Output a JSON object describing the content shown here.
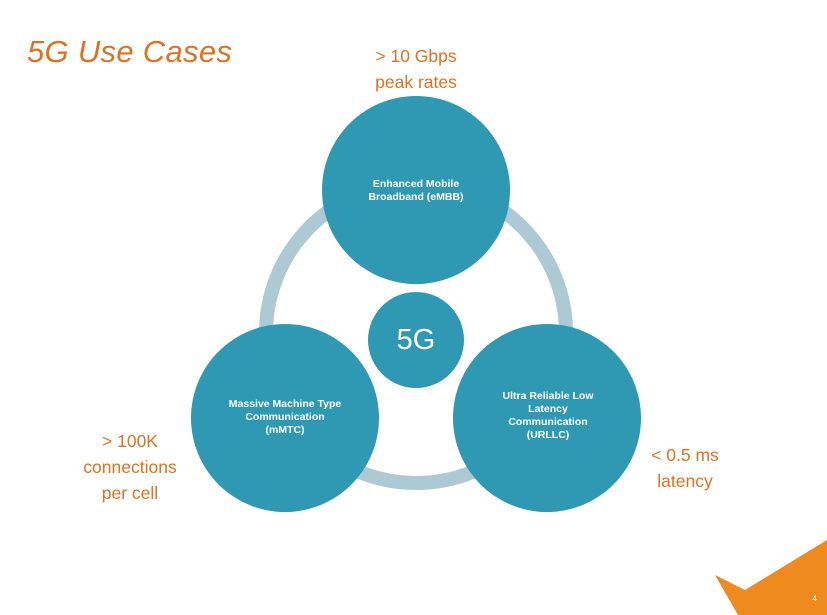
{
  "slide": {
    "title": "5G Use Cases",
    "page_number": "4"
  },
  "colors": {
    "accent": "#e0711f",
    "circle": "#2f99b3",
    "ring": "#adc9d4",
    "corner": "#ef8a1f"
  },
  "diagram": {
    "center": "5G",
    "nodes": [
      {
        "id": "embb",
        "lines": [
          "Enhanced Mobile",
          "Broadband (eMBB)"
        ],
        "note": [
          "> 10 Gbps",
          "peak rates"
        ]
      },
      {
        "id": "mmtc",
        "lines": [
          "Massive Machine Type",
          "Communication",
          "(mMTC)"
        ],
        "note": [
          "> 100K",
          "connections",
          "per cell"
        ]
      },
      {
        "id": "urllc",
        "lines": [
          "Ultra Reliable Low",
          "Latency",
          "Communication",
          "(URLLC)"
        ],
        "note": [
          "< 0.5 ms",
          "latency"
        ]
      }
    ]
  }
}
